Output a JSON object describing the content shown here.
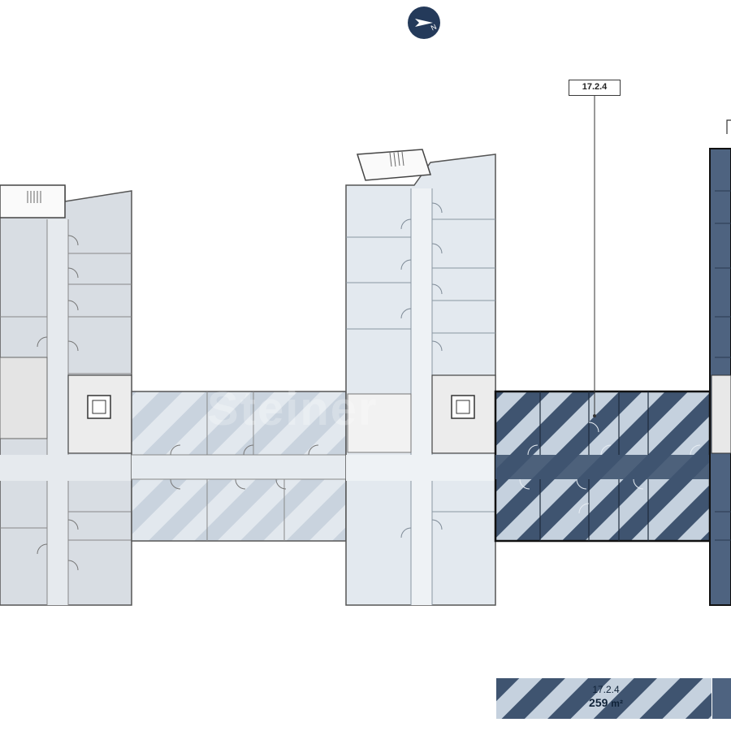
{
  "compass": {
    "icon": "compass-north-icon",
    "label": "N"
  },
  "callouts": [
    {
      "label": "17.2.4"
    }
  ],
  "legend": {
    "unit_code": "17.2.4",
    "area_value": "259",
    "area_unit": "m²"
  },
  "watermark": "Steiner",
  "colors": {
    "available_unit": "#3f5470",
    "unit_fill": "#c6d2df",
    "light_wing": "#e3e9ef",
    "grey_wing": "#d8dde3",
    "outline": "#2a2a2a",
    "compass_bg": "#243a5a"
  }
}
